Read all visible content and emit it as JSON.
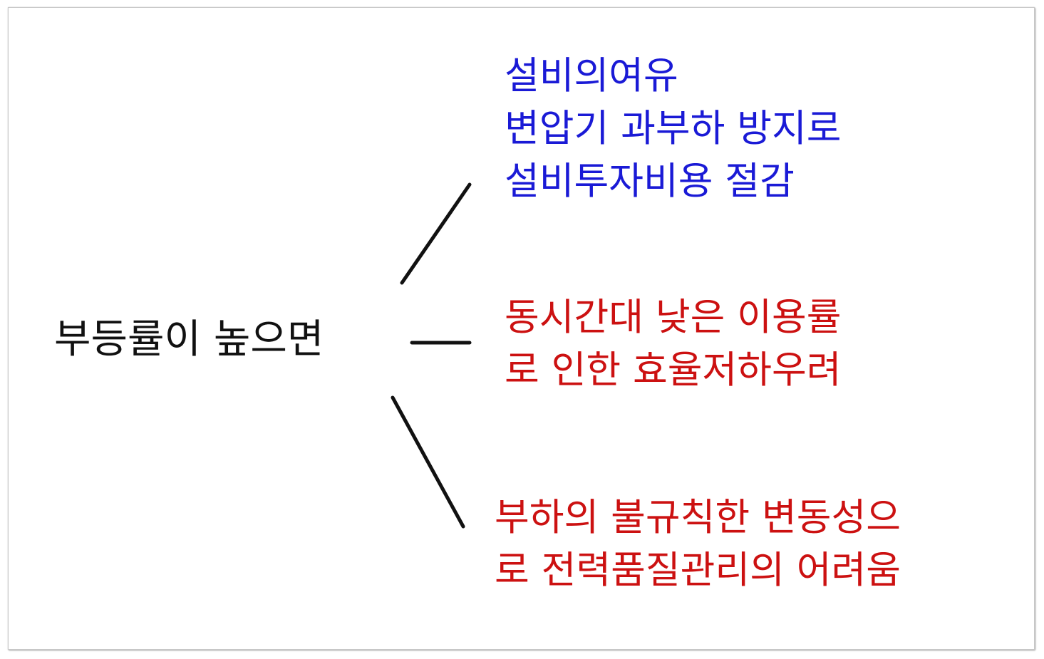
{
  "root": {
    "label": "부등률이 높으면",
    "color": "#111111"
  },
  "branches": [
    {
      "color": "#1a1ad6",
      "lines": [
        "설비의여유",
        "변압기 과부하 방지로",
        "설비투자비용 절감"
      ]
    },
    {
      "color": "#cc1111",
      "lines": [
        "동시간대 낮은 이용률",
        "로 인한 효율저하우려"
      ]
    },
    {
      "color": "#cc1111",
      "lines": [
        "부하의 불규칙한 변동성으",
        "로 전력품질관리의 어려움"
      ]
    }
  ]
}
